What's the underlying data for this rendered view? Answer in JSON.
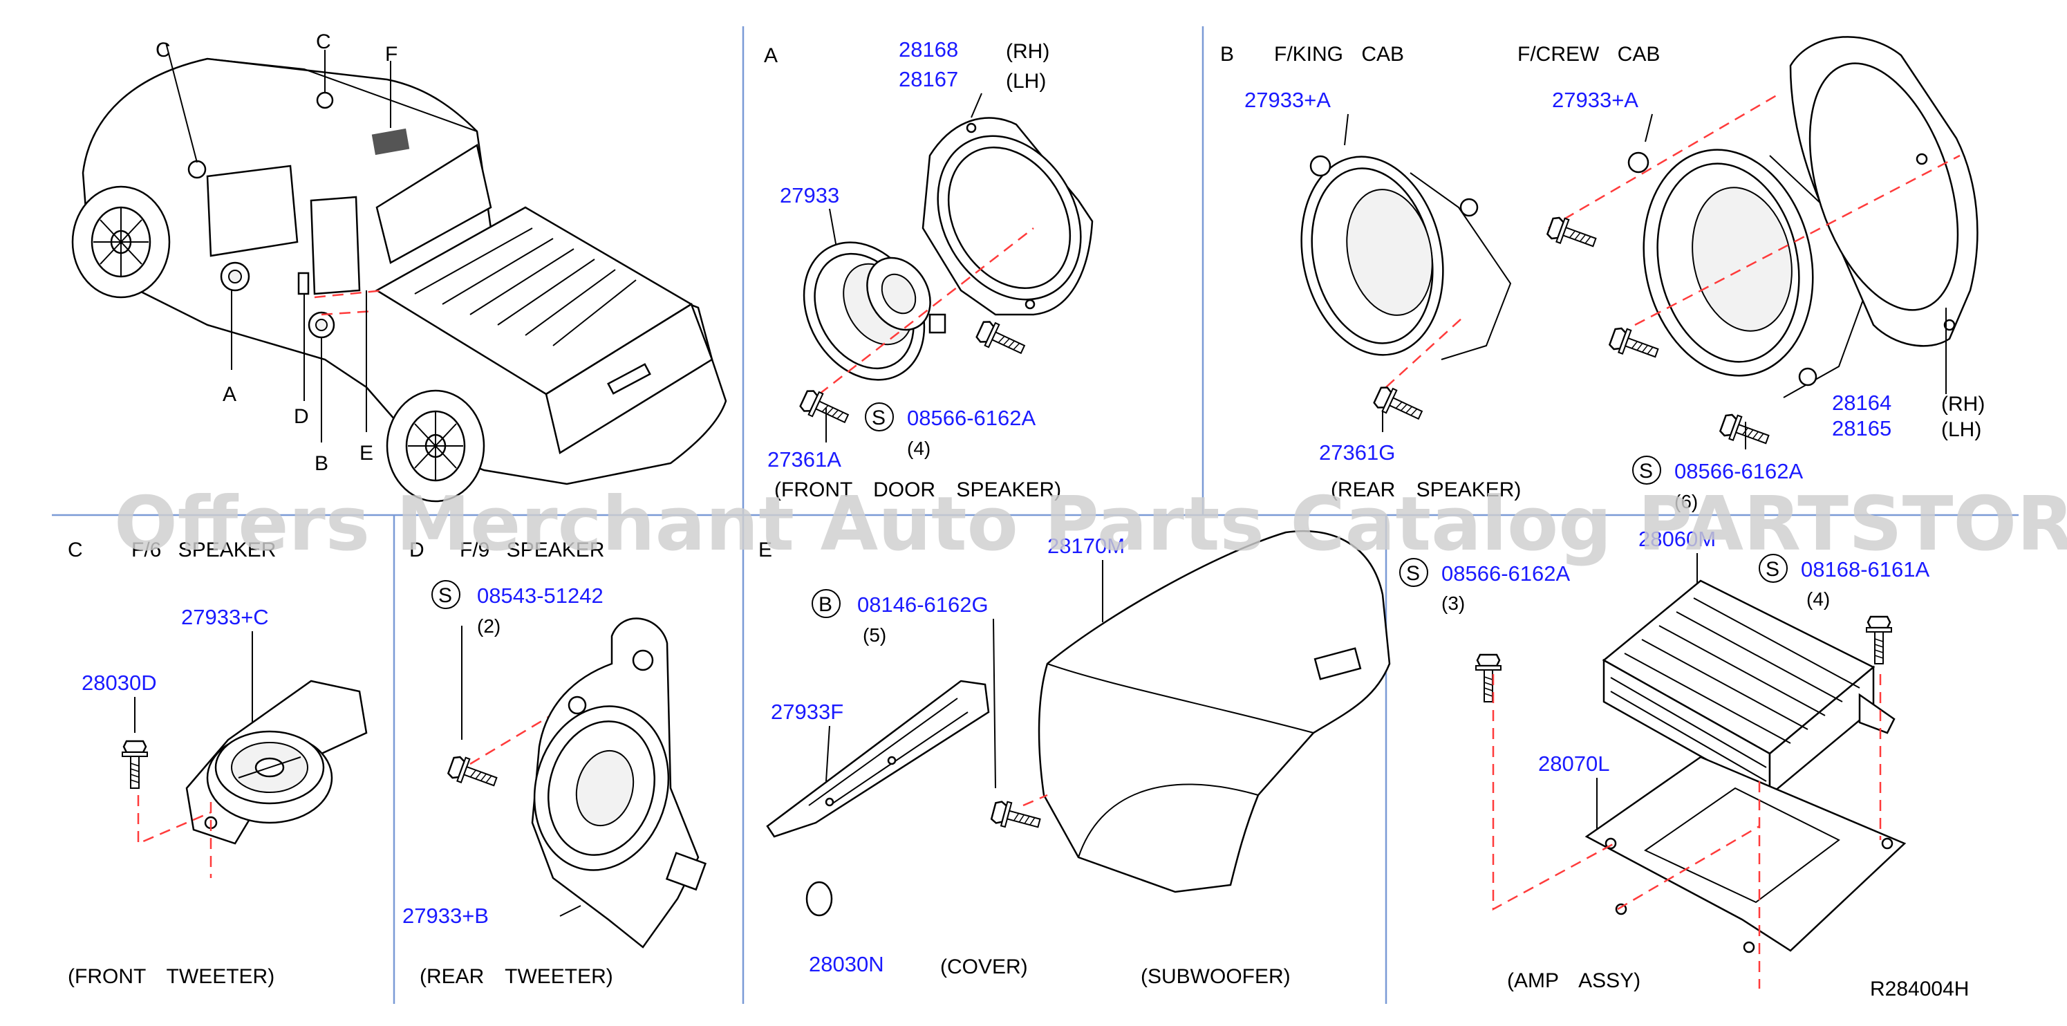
{
  "diagram_code": "R284004H",
  "watermark": "Offers Merchant Auto Parts Catalog PARTSTORE.SA",
  "colors": {
    "part_number": "#1a1aff",
    "divider": "#7a9ad6",
    "dash_line": "#ff3b3b",
    "watermark": "#cfcfcf"
  },
  "truck": {
    "callouts": {
      "a": "A",
      "b": "B",
      "c1": "C",
      "c2": "C",
      "d": "D",
      "e": "E",
      "f": "F"
    }
  },
  "section_a": {
    "letter": "A",
    "caption": "(FRONT DOOR SPEAKER)",
    "parts": {
      "bracket_rh": "28168",
      "bracket_rh_side": "(RH)",
      "bracket_lh": "28167",
      "bracket_lh_side": "(LH)",
      "speaker": "27933",
      "screw": "27361A",
      "bolt": "08566-6162A",
      "bolt_symbol": "S",
      "bolt_qty": "(4)"
    }
  },
  "section_b": {
    "letter": "B",
    "sub_king": "F/KING CAB",
    "sub_crew": "F/CREW CAB",
    "caption": "(REAR SPEAKER)",
    "parts": {
      "speaker_king": "27933+A",
      "speaker_crew": "27933+A",
      "screw": "27361G",
      "bracket_rh": "28164",
      "bracket_rh_side": "(RH)",
      "bracket_lh": "28165",
      "bracket_lh_side": "(LH)",
      "bolt": "08566-6162A",
      "bolt_symbol": "S",
      "bolt_qty": "(6)"
    }
  },
  "section_c": {
    "letter": "C",
    "title": "F/6 SPEAKER",
    "caption": "(FRONT TWEETER)",
    "parts": {
      "tweeter": "27933+C",
      "bolt": "28030D"
    }
  },
  "section_d": {
    "letter": "D",
    "title": "F/9 SPEAKER",
    "caption": "(REAR TWEETER)",
    "parts": {
      "bolt": "08543-51242",
      "bolt_symbol": "S",
      "bolt_qty": "(2)",
      "tweeter": "27933+B"
    }
  },
  "section_e": {
    "letter": "E",
    "caption_cover": "(COVER)",
    "caption_sub": "(SUBWOOFER)",
    "parts": {
      "subwoofer": "28170M",
      "bolt": "08146-6162G",
      "bolt_symbol": "B",
      "bolt_qty": "(5)",
      "cover": "27933F",
      "clip": "28030N"
    }
  },
  "section_f": {
    "caption": "(AMP ASSY)",
    "parts": {
      "amp": "28060M",
      "bolt1": "08566-6162A",
      "bolt1_symbol": "S",
      "bolt1_qty": "(3)",
      "bolt2": "08168-6161A",
      "bolt2_symbol": "S",
      "bolt2_qty": "(4)",
      "bracket": "28070L"
    }
  }
}
